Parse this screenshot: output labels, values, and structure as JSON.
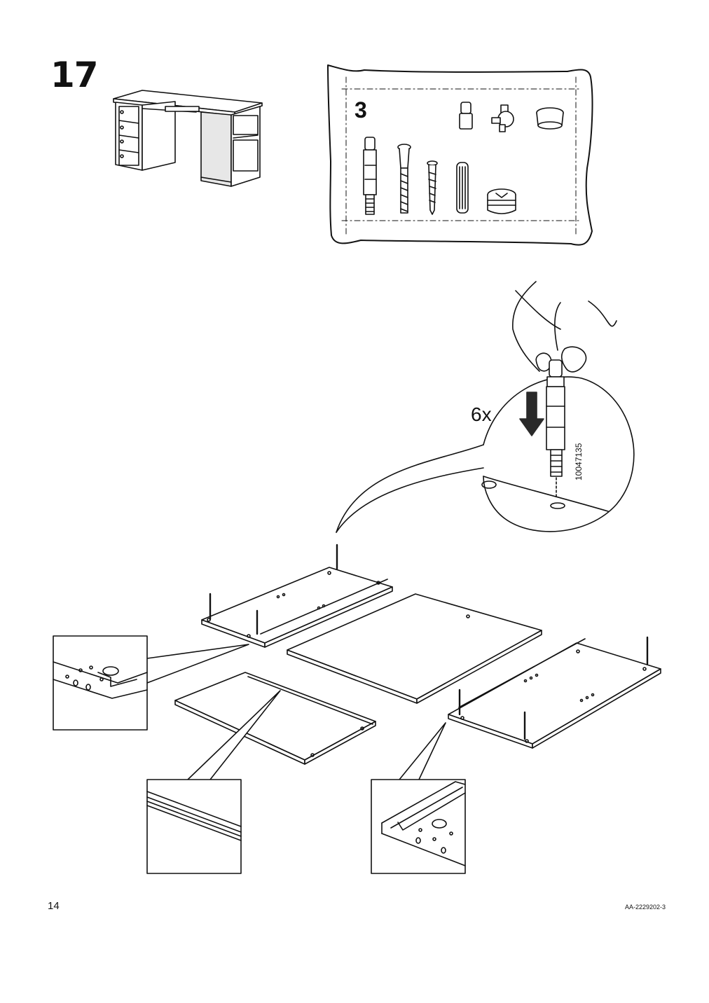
{
  "step": {
    "number": "17"
  },
  "parts_bag": {
    "quantity_label": "3"
  },
  "instruction": {
    "count_label": "6x",
    "part_number": "10047135"
  },
  "footer": {
    "page_number": "14",
    "document_code": "AA-2229202-3"
  },
  "icons": [
    "desk-overview-icon",
    "hardware-bag-icon",
    "hand-icon",
    "down-arrow-icon",
    "dowel-fitting-icon",
    "detail-zoom-icon"
  ]
}
